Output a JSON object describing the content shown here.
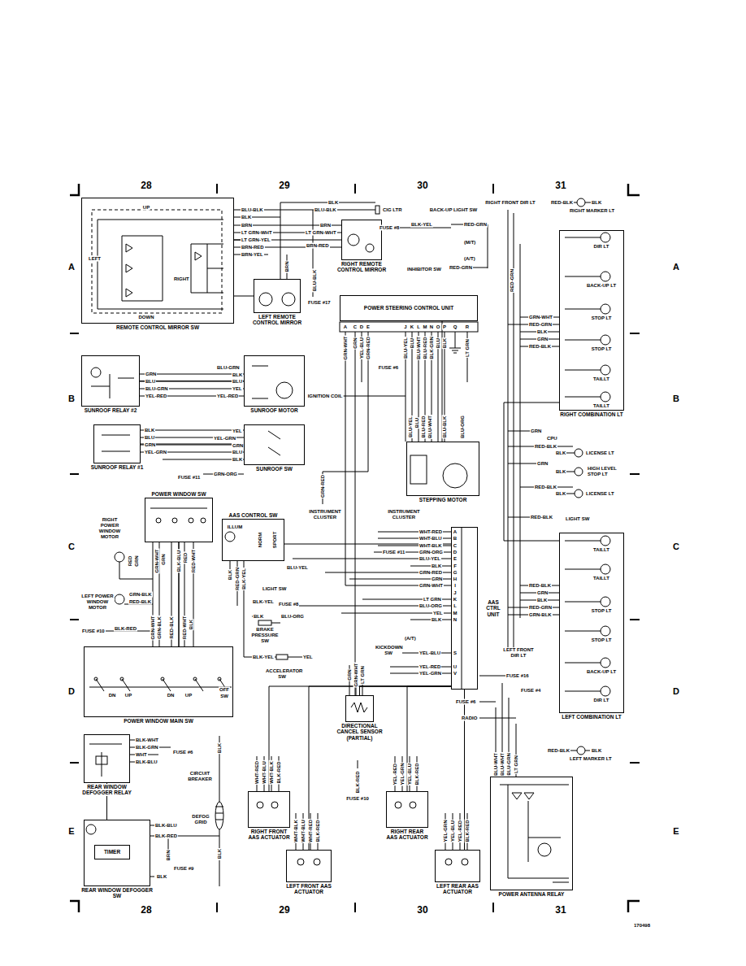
{
  "diagram": {
    "nodes": [
      {
        "text": [
          "REMOTE CONTROL MIRROR SW"
        ]
      },
      {
        "text": [
          "RIGHT REMOTE CONTROL MIRROR"
        ]
      },
      {
        "text": [
          "LEFT REMOTE CONTROL MIRROR"
        ]
      },
      {
        "text": [
          "SUNROOF RELAY #2"
        ]
      },
      {
        "text": [
          "SUNROOF MOTOR"
        ]
      },
      {
        "text": [
          "SUNROOF RELAY #1"
        ]
      },
      {
        "text": [
          "SUNROOF SW"
        ]
      },
      {
        "text": [
          "POWER WINDOW SW"
        ]
      },
      {
        "text": [
          "POWER WINDOW MAIN SW"
        ]
      },
      {
        "text": [
          "AAS CONTROL SW"
        ]
      },
      {
        "text": [
          "POWER STEERING CONTROL UNIT"
        ]
      },
      {
        "text": [
          "STEPPING MOTOR"
        ]
      },
      {
        "text": [
          "AAS CTRL UNIT"
        ]
      },
      {
        "text": [
          "RIGHT COMBINATION LT"
        ]
      },
      {
        "text": [
          "LEFT COMBINATION LT"
        ]
      },
      {
        "text": [
          "REAR WINDOW DEFOGGER RELAY"
        ]
      },
      {
        "text": [
          "REAR WINDOW DEFOGGER SW"
        ]
      },
      {
        "text": [
          "TIMER"
        ],
        "in": 16
      },
      {
        "text": [
          "RIGHT FRONT AAS ACTUATOR"
        ]
      },
      {
        "text": [
          "LEFT FRONT AAS ACTUATOR"
        ]
      },
      {
        "text": [
          "RIGHT REAR AAS ACTUATOR"
        ]
      },
      {
        "text": [
          "LEFT REAR AAS ACTUATOR"
        ]
      },
      {
        "text": [
          "DIRECTIONAL CANCEL SENSOR (PARTIAL)"
        ]
      },
      {
        "text": [
          "POWER ANTENNA RELAY"
        ]
      }
    ],
    "edges": [
      {
        "from": 0,
        "to": 1,
        "arrow": "none"
      },
      {
        "from": 0,
        "to": 2,
        "arrow": "none"
      },
      {
        "from": 3,
        "to": 4,
        "arrow": "none"
      },
      {
        "from": 5,
        "to": 6,
        "arrow": "none"
      },
      {
        "from": 7,
        "to": 8,
        "arrow": "none"
      },
      {
        "from": 9,
        "to": 12,
        "arrow": "none"
      },
      {
        "from": 10,
        "to": 11,
        "arrow": "none"
      },
      {
        "from": 12,
        "to": 22,
        "arrow": "none"
      },
      {
        "from": 12,
        "to": 18,
        "arrow": "none"
      },
      {
        "from": 12,
        "to": 19,
        "arrow": "none"
      },
      {
        "from": 12,
        "to": 20,
        "arrow": "none"
      },
      {
        "from": 12,
        "to": 21,
        "arrow": "none"
      },
      {
        "from": 15,
        "to": 16,
        "arrow": "none"
      },
      {
        "from": 13,
        "to": 14,
        "arrow": "none"
      }
    ],
    "labels": [
      "28",
      "29",
      "30",
      "31",
      "A",
      "A",
      "B",
      "B",
      "C",
      "C",
      "D",
      "D",
      "E",
      "E",
      "28",
      "29",
      "30",
      "31",
      "170498",
      "UP",
      "DOWN",
      "LEFT",
      "RIGHT",
      "BLU-BLK",
      "BLK",
      "BRN",
      "LT GRN-WHT",
      "LT GRN-YEL",
      "BRN-RED",
      "BRN-YEL",
      "BLK",
      "BLU-BLK",
      "CIG LTR",
      "BRN",
      "LT GRN-WHT",
      "BRN-RED",
      "BRN",
      "BLU-BLK",
      "FUSE #17",
      "BACK-UP LIGHT SW",
      "FUSE #8",
      "BLK-YEL",
      "RED-GRN",
      "(M/T)",
      "(A/T)",
      "INHIBITOR SW",
      "RED-GRN",
      "RIGHT FRONT DIR LT",
      "RED-GRN",
      "RED-BLK",
      "BLK",
      "RIGHT MARKER LT",
      "A",
      "C",
      "D",
      "E",
      "J",
      "K",
      "L",
      "M",
      "N",
      "O",
      "P",
      "Q",
      "R",
      "GRN-WHT",
      "GRN",
      "YEL-BLU",
      "GRN-RED",
      "BLU-YEL",
      "BLU",
      "BLU-WHT",
      "BLU-RED",
      "BLK-GRN",
      "BLU",
      "BLK",
      "LT GRN",
      "FUSE #6",
      "IGNITION COIL",
      "BLU-YEL",
      "BLU",
      "BLU-RED",
      "BLU-WHT",
      "BLU-BLK",
      "BLU-ORG",
      "GRN-RED",
      "INSTRUMENT CLUSTER",
      "INSTRUMENT CLUSTER",
      "GRN",
      "BLU",
      "BLU-GRN",
      "YEL-RED",
      "BLU-GRN",
      "BLK",
      "BLU",
      "YEL",
      "YEL-RED",
      "BLK",
      "BLU",
      "GRN",
      "YEL-GRN",
      "YEL",
      "YEL-GRN",
      "GRN",
      "BLU",
      "BLK",
      "FUSE #11",
      "GRN-ORG",
      "RIGHT POWER WINDOW MOTOR",
      "RED",
      "GRN",
      "GRN-WHT",
      "GRN",
      "BLK-BLU",
      "RED",
      "RED-WHT",
      "LEFT POWER WINDOW MOTOR",
      "GRN-BLK",
      "RED-BLK",
      "GRN-WHT",
      "GRN-BLK",
      "RED-BLK",
      "RED-WHT",
      "BLK",
      "FUSE #10",
      "BLK-RED",
      "DN",
      "UP",
      "DN",
      "UP",
      "OFF",
      "SW",
      "ILLUM",
      "NORM",
      "SPORT",
      "BLK",
      "RED-GRN",
      "BLK-YEL",
      "BLU-YEL",
      "LIGHT SW",
      "BLK-YEL",
      "FUSE #8",
      "BLK",
      "BLU-ORG",
      "BRAKE PRESSURE SW",
      "BLK-YEL",
      "YEL",
      "ACCELERATOR SW",
      "A",
      "B",
      "C",
      "D",
      "E",
      "F",
      "G",
      "H",
      "I",
      "J",
      "K",
      "L",
      "M",
      "N",
      "S",
      "U",
      "V",
      "WHT-RED",
      "WHT-BLU",
      "WHT-BLK",
      "FUSE #11",
      "GRN-ORG",
      "BLU-YEL",
      "BLK",
      "GRN-RED",
      "GRN",
      "GRN-WHT",
      "LT GRN",
      "BLU-ORG",
      "YEL",
      "BLK",
      "(A/T)",
      "KICKDOWN SW",
      "YEL-BLU",
      "YEL-RED",
      "YEL-GRN",
      "GRN",
      "GRN-WHT",
      "LT GRN",
      "BLK-RED",
      "FUSE #10",
      "WHT-RED",
      "WHT-BLU",
      "WHT-BLK",
      "BLK-RED",
      "WHT-BLK",
      "WHT-BLU",
      "WHT-RED",
      "BLK-RED",
      "YEL-RED",
      "YEL-GRN",
      "YEL-BLU",
      "BLK-RED",
      "YEL-GRN",
      "YEL-BLU",
      "YEL-RED",
      "BLK-RED",
      "GRN-WHT",
      "RED-GRN",
      "BLK",
      "GRN",
      "RED-BLK",
      "GRN",
      "CPU",
      "RED-BLK",
      "BLK",
      "LICENSE LT",
      "GRN",
      "BLK",
      "HIGH LEVEL STOP LT",
      "RED-BLK",
      "BLK",
      "LICENSE LT",
      "RED-BLK",
      "LIGHT SW",
      "RED-BLK",
      "GRN",
      "BLK",
      "RED-GRN",
      "GRN-BLK",
      "LEFT FRONT DIR LT",
      "FUSE #16",
      "FUSE #4",
      "FUSE #6",
      "RADIO",
      "BLU-WHT",
      "BLU-WHT",
      "BLU-GRN",
      "LT GRN",
      "RED-BLK",
      "BLK",
      "LEFT MARKER LT",
      "DIR LT",
      "BACK-UP LT",
      "STOP LT",
      "STOP LT",
      "TAILLT",
      "TAILLT",
      "TAILLT",
      "TAILLT",
      "STOP LT",
      "STOP LT",
      "BACK-UP LT",
      "DIR LT",
      "BLK-WHT",
      "BLK-GRN",
      "WHT",
      "BLK-BLU",
      "FUSE #6",
      "CIRCUIT BREAKER",
      "BLK",
      "DEFOG GRID",
      "BLK",
      "BLK-BLU",
      "BLK-RED",
      "BRN",
      "FUSE #9",
      "BLK"
    ]
  }
}
